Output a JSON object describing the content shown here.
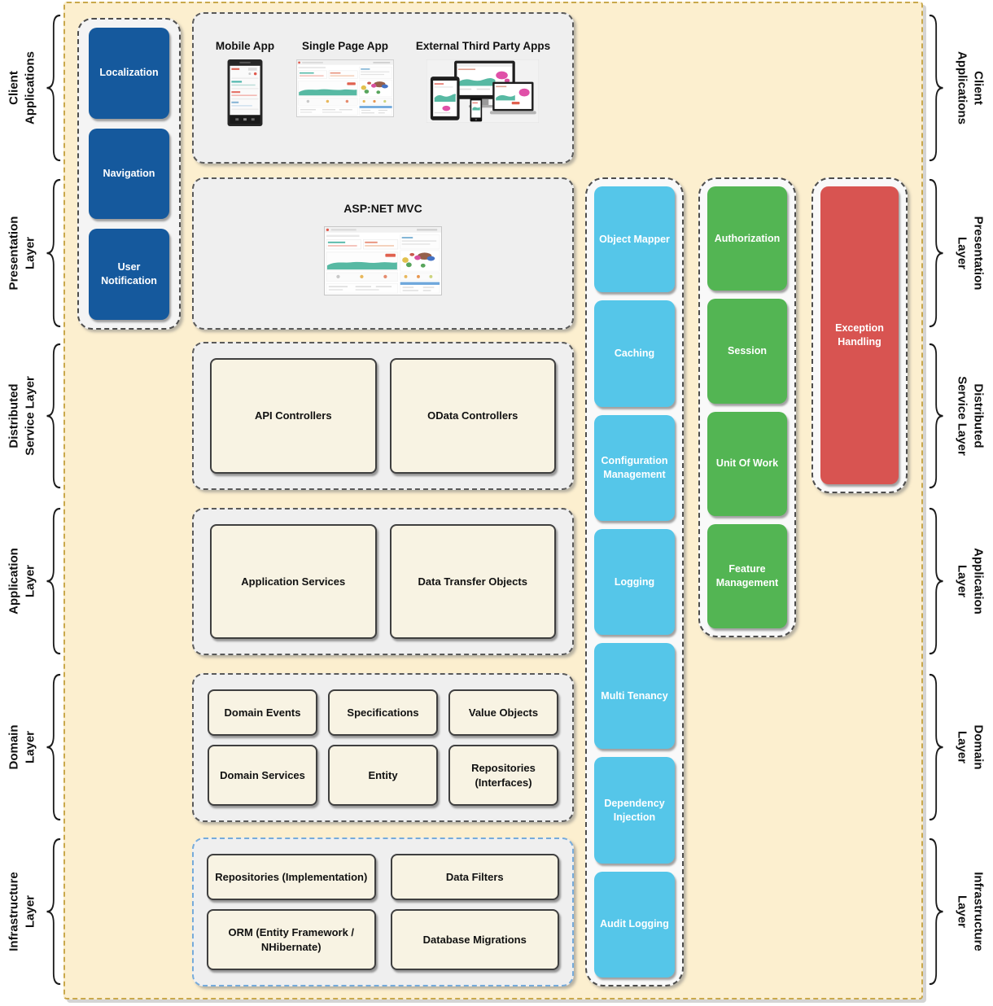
{
  "layers": [
    {
      "label": "Client\nApplications"
    },
    {
      "label": "Presentation\nLayer"
    },
    {
      "label": "Distributed\nService Layer"
    },
    {
      "label": "Application\nLayer"
    },
    {
      "label": "Domain\nLayer"
    },
    {
      "label": "Infrastructure\nLayer"
    }
  ],
  "ui_elements": {
    "items": [
      "Localization",
      "Navigation",
      "User Notification"
    ]
  },
  "client_applications": {
    "apps": [
      {
        "label": "Mobile App"
      },
      {
        "label": "Single Page App"
      },
      {
        "label": "External Third Party Apps"
      }
    ]
  },
  "presentation_layer": {
    "title": "ASP:NET MVC"
  },
  "distributed_service_layer": {
    "items": [
      "API Controllers",
      "OData Controllers"
    ]
  },
  "application_layer": {
    "items": [
      "Application Services",
      "Data Transfer Objects"
    ]
  },
  "domain_layer": {
    "items": [
      "Domain Events",
      "Specifications",
      "Value Objects",
      "Domain Services",
      "Entity",
      "Repositories\n(Interfaces)"
    ]
  },
  "infrastructure_layer": {
    "items": [
      "Repositories (Implementation)",
      "Data Filters",
      "ORM (Entity Framework /\nNHibernate)",
      "Database Migrations"
    ]
  },
  "cross_cutting": {
    "blue_stack": [
      "Object Mapper",
      "Caching",
      "Configuration Management",
      "Logging",
      "Multi Tenancy",
      "Dependency Injection",
      "Audit Logging"
    ],
    "green_stack": [
      "Authorization",
      "Session",
      "Unit Of Work",
      "Feature Management"
    ],
    "red_stack": [
      "Exception Handling"
    ]
  },
  "colors": {
    "deep_blue": "#15599d",
    "cyan": "#55c6e9",
    "green": "#53b553",
    "red": "#d85451",
    "beige": "#f8f3e3",
    "frame_bg": "#fcefcf",
    "frame_border": "#c9a84c",
    "infra_border": "#76abdb"
  }
}
